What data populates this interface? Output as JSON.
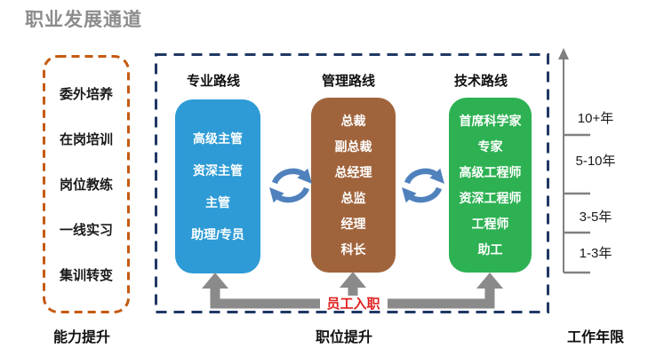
{
  "title": "职业发展通道",
  "colors": {
    "title_gray": "#8C8C8C",
    "capability_border": "#C55A11",
    "routes_border": "#203864",
    "professional_box": "#2E9BD6",
    "management_box": "#A0643C",
    "technical_box": "#2DB152",
    "swap_arrow": "#4F81BD",
    "entry_arrow": "#8A8A8A",
    "entry_label_red": "#E02222",
    "axis_gray": "#808080"
  },
  "icons": {
    "swap_arrows_icon": "two curved arrows cycle",
    "entry_arrow_icon": "gray elbow up-arrow",
    "years_axis_icon": "vertical line with up arrowhead and ticks"
  },
  "capability_panel": {
    "items": [
      "委外培养",
      "在岗培训",
      "岗位教练",
      "一线实习",
      "集训转变"
    ]
  },
  "routes_panel": {
    "routes": [
      {
        "name": "专业路线",
        "levels": [
          "高级主管",
          "资深主管",
          "主管",
          "助理/专员"
        ]
      },
      {
        "name": "管理路线",
        "levels": [
          "总裁",
          "副总裁",
          "总经理",
          "总监",
          "经理",
          "科长"
        ]
      },
      {
        "name": "技术路线",
        "levels": [
          "首席科学家",
          "专家",
          "高级工程师",
          "资深工程师",
          "工程师",
          "助工"
        ]
      }
    ],
    "entry_label": "员工入职"
  },
  "years_axis": {
    "labels": [
      "10+年",
      "5-10年",
      "3-5年",
      "1-3年"
    ]
  },
  "footer": {
    "left_label": "能力提升",
    "center_label": "职位提升",
    "right_label": "工作年限"
  }
}
